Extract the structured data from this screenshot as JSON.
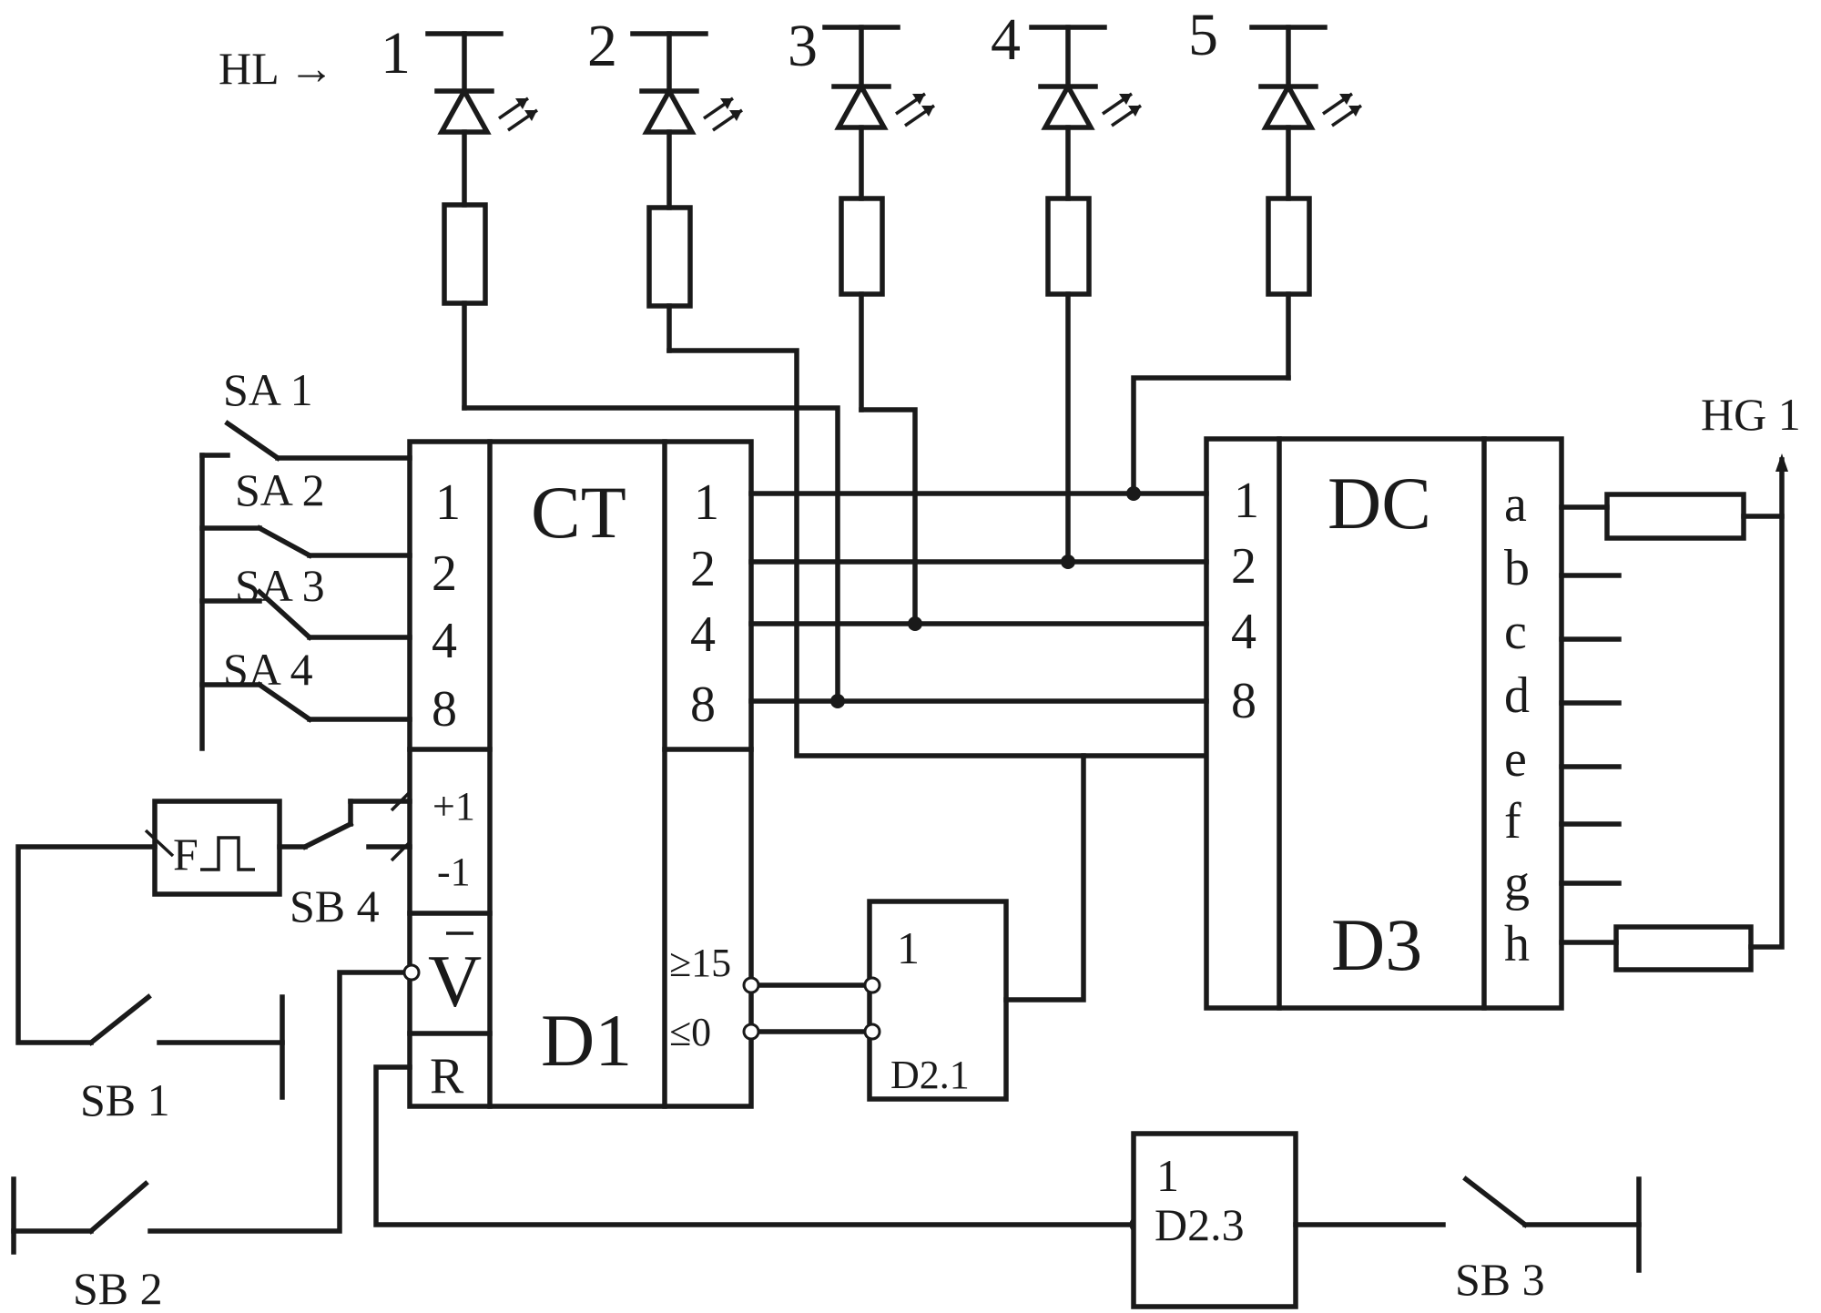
{
  "leds": {
    "group_label": "HL →",
    "numbers": [
      "1",
      "2",
      "3",
      "4",
      "5"
    ]
  },
  "switches": [
    "SA 1",
    "SA 2",
    "SA 3",
    "SA 4"
  ],
  "buttons": {
    "sb1": "SB 1",
    "sb2": "SB 2",
    "sb3": "SB 3",
    "sb4": "SB 4"
  },
  "generator": {
    "label": "F"
  },
  "counter": {
    "type": "CT",
    "name": "D1",
    "inputs": [
      "1",
      "2",
      "4",
      "8"
    ],
    "outputs": [
      "1",
      "2",
      "4",
      "8"
    ],
    "up": "+1",
    "down": "-1",
    "enable": "V",
    "reset": "R",
    "carry_max": "≥15",
    "carry_min": "≤0"
  },
  "decoder": {
    "type": "DC",
    "name": "D3",
    "inputs": [
      "1",
      "2",
      "4",
      "8"
    ],
    "outputs": [
      "a",
      "b",
      "c",
      "d",
      "e",
      "f",
      "g",
      "h"
    ]
  },
  "gates": {
    "d21": {
      "symbol": "1",
      "name": "D2.1"
    },
    "d23": {
      "symbol": "1",
      "name": "D2.3"
    }
  },
  "display": {
    "label": "HG 1"
  }
}
